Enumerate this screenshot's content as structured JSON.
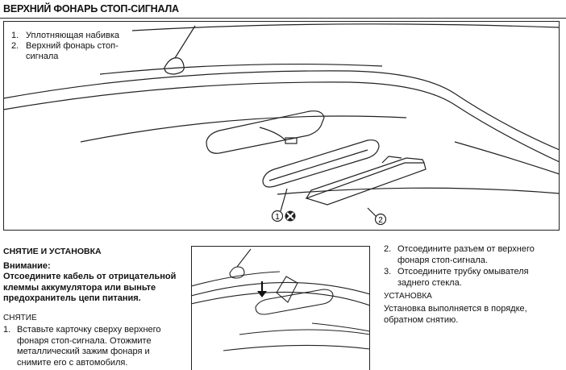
{
  "page_title": "ВЕРХНИЙ ФОНАРЬ СТОП-СИГНАЛА",
  "legend": [
    {
      "num": "1.",
      "text": "Уплотняющая набивка"
    },
    {
      "num": "2.",
      "text": "Верхний фонарь стоп-сигнала"
    }
  ],
  "callouts": {
    "one": "1",
    "two": "2"
  },
  "section": {
    "heading": "СНЯТИЕ И УСТАНОВКА",
    "warning_title": "Внимание:",
    "warning_text": "Отсоедините кабель от отрицательной клеммы аккумулятора или выньте предохранитель цепи питания.",
    "removal_heading": "СНЯТИЕ",
    "steps_left": [
      {
        "num": "1.",
        "text": "Вставьте карточку сверху верхнего фонаря стоп-сигнала. Отожмите металлический зажим фонаря и снимите его с автомобиля."
      }
    ],
    "steps_right": [
      {
        "num": "2.",
        "text": "Отсоедините разъем от верхнего фонаря стоп-сигнала."
      },
      {
        "num": "3.",
        "text": "Отсоедините трубку омывателя заднего стекла."
      }
    ],
    "install_heading": "УСТАНОВКА",
    "install_text": "Установка выполняется в порядке, обратном снятию."
  }
}
